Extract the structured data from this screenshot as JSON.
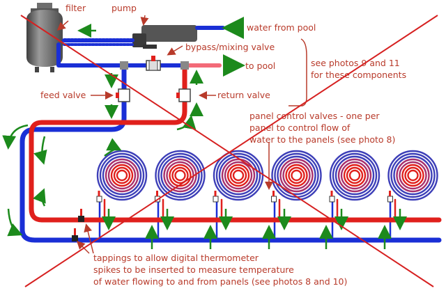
{
  "labels": {
    "filter": "filter",
    "pump": "pump",
    "water_from_pool": "water from pool",
    "bypass_valve": "bypass/mixing valve",
    "to_pool": "to pool",
    "see_photos_line1": "see photos 9 and 11",
    "see_photos_line2": "for these components",
    "feed_valve": "feed valve",
    "return_valve": "return valve",
    "panel_control_line1": "panel control valves - one per",
    "panel_control_line2": "panel to control flow of",
    "panel_control_line3": "water to the panels (see photo 8)",
    "tappings_line1": "tappings to allow digital thermometer",
    "tappings_line2": "spikes to be inserted to measure temperature",
    "tappings_line3": "of water flowing to and from panels (see photos 8 and 10)"
  },
  "colors": {
    "cold_pipe": "#1a2fd6",
    "hot_pipe": "#e0201c",
    "flow_arrow": "#1c8a1c",
    "label_text": "#b83a2a",
    "cross_out": "#d62020",
    "filter_body": "#6a6a6a"
  },
  "panel_count": 6
}
